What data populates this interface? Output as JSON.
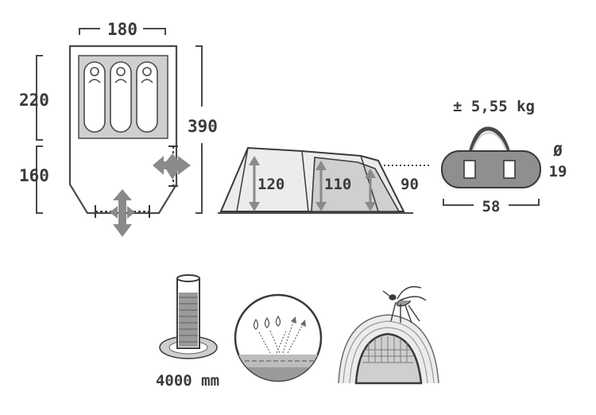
{
  "floor_plan": {
    "width_label": "180",
    "inner_length_label": "220",
    "vestibule_length_label": "160",
    "total_length_label": "390"
  },
  "side_view": {
    "front_height_label": "120",
    "inner_height_label": "110",
    "rear_height_label": "90"
  },
  "bag": {
    "weight_label": "± 5,55 kg",
    "diameter_symbol": "Ø",
    "diameter_label": "19",
    "length_label": "58"
  },
  "features": {
    "water_column_label": "4000 mm"
  },
  "colors": {
    "line": "#4a4a4a",
    "fill_gray": "#cfcfcf",
    "arrow": "#8a8a8a",
    "text": "#3a3a3a"
  }
}
